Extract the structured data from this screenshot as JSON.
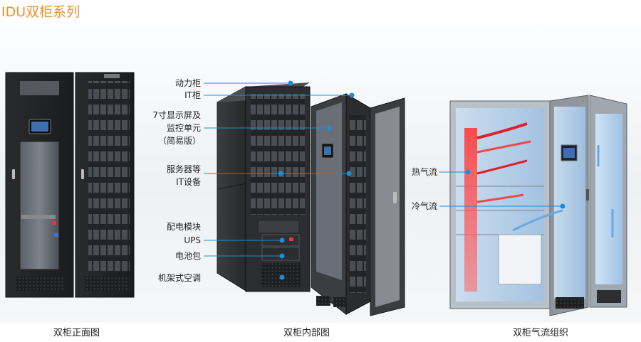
{
  "title": "IDU双柜系列",
  "captions": {
    "front": "双柜正面图",
    "interior": "双柜内部图",
    "airflow": "双柜气流组织"
  },
  "callouts": {
    "power_cabinet": "动力柜",
    "it_cabinet": "IT柜",
    "display_line1": "7寸显示屏及",
    "display_line2": "监控单元",
    "display_line3": "（简易版）",
    "server_line1": "服务器等",
    "server_line2": "IT设备",
    "pdu_module": "配电模块",
    "ups": "UPS",
    "battery": "电池包",
    "rack_ac": "机架式空调",
    "hot_air": "热气流",
    "cold_air": "冷气流"
  },
  "colors": {
    "title": "#ef8f2a",
    "callout_line": "#1a8fd6",
    "hot_flow": "#e0202a",
    "cold_flow": "#6aa8e0"
  }
}
